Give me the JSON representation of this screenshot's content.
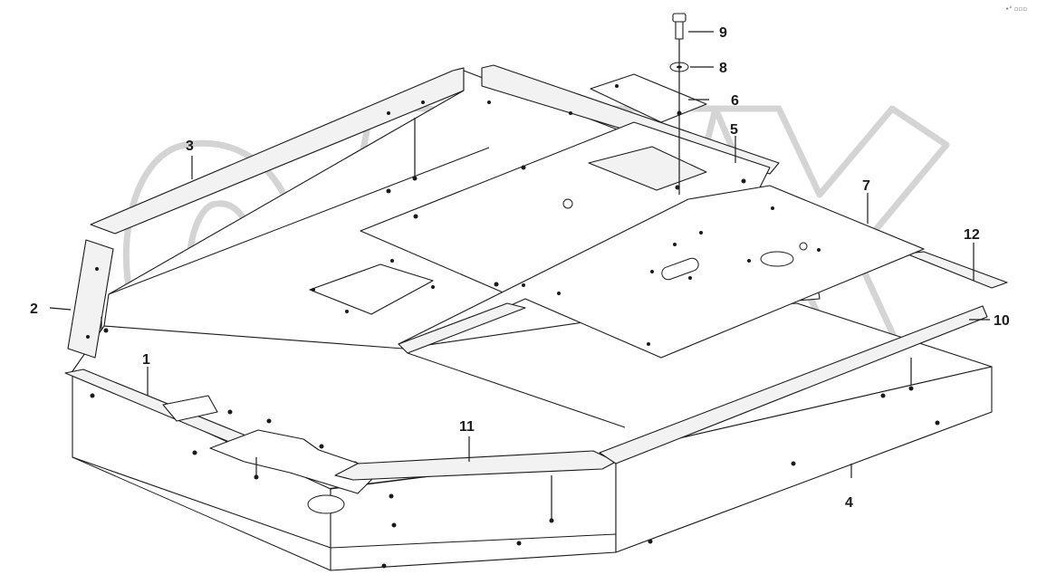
{
  "diagram": {
    "callouts": [
      {
        "id": "1",
        "label": "1"
      },
      {
        "id": "2",
        "label": "2"
      },
      {
        "id": "3",
        "label": "3"
      },
      {
        "id": "4",
        "label": "4"
      },
      {
        "id": "5",
        "label": "5"
      },
      {
        "id": "6",
        "label": "6"
      },
      {
        "id": "7",
        "label": "7"
      },
      {
        "id": "8",
        "label": "8"
      },
      {
        "id": "9",
        "label": "9"
      },
      {
        "id": "10",
        "label": "10"
      },
      {
        "id": "11",
        "label": "11"
      },
      {
        "id": "12",
        "label": "12"
      }
    ],
    "watermark": "OPEX",
    "corner_mark": "•° ▫▫▫"
  },
  "colors": {
    "line": "#1a1a1a",
    "watermark": "#d4d4d4",
    "background": "#ffffff"
  }
}
